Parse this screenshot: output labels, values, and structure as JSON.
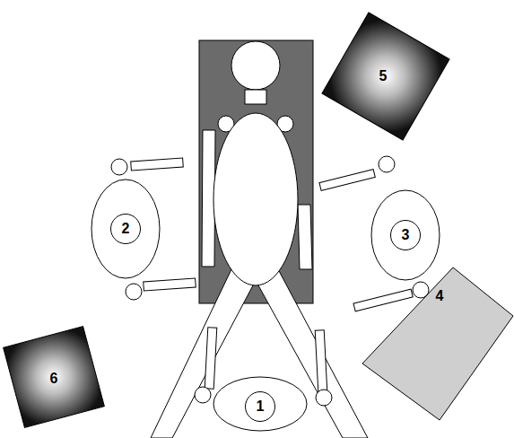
{
  "diagram": {
    "nodes": [
      {
        "text": [
          "5"
        ]
      },
      {
        "text": [
          "2"
        ]
      },
      {
        "text": [
          "3"
        ]
      },
      {
        "text": [
          "4"
        ]
      },
      {
        "text": [
          "6"
        ]
      },
      {
        "text": [
          "1"
        ]
      }
    ]
  }
}
